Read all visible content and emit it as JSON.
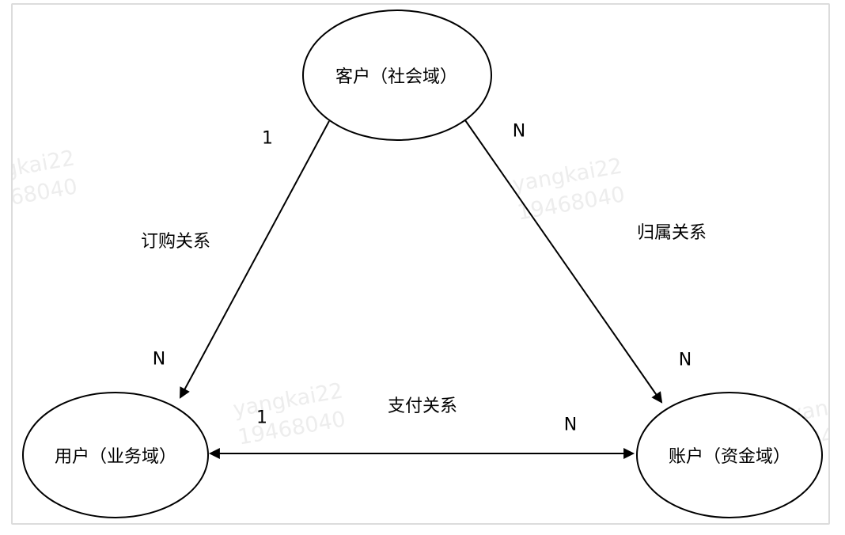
{
  "canvas": {
    "background": "#ffffff",
    "border_color": "#dcdcdc",
    "stroke_color": "#000000"
  },
  "watermark": {
    "line1": "yangkai22",
    "line2": "19468040",
    "color": "#ededed"
  },
  "nodes": {
    "customer": {
      "label": "客户（社会域）"
    },
    "user": {
      "label": "用户（业务域）"
    },
    "account": {
      "label": "账户（资金域）"
    }
  },
  "edges": {
    "order": {
      "label": "订购关系",
      "source_cardinality": "1",
      "target_cardinality": "N"
    },
    "belong": {
      "label": "归属关系",
      "source_cardinality": "N",
      "target_cardinality": "N"
    },
    "payment": {
      "label": "支付关系",
      "left_cardinality": "1",
      "right_cardinality": "N"
    }
  }
}
